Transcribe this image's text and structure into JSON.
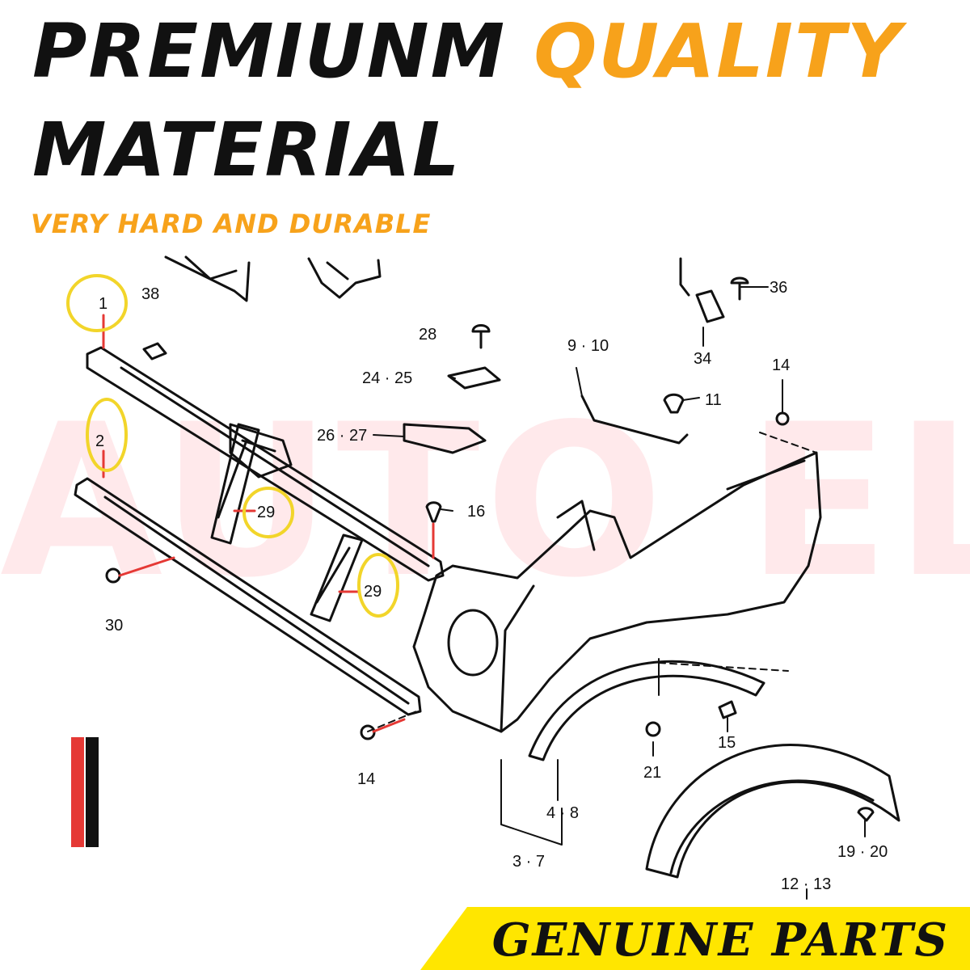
{
  "headline": {
    "line1_black": "PREMIUNM",
    "line1_orange": "QUALITY",
    "line2": "MATERIAL",
    "subtitle": "VERY HARD AND DURABLE"
  },
  "watermark": "AUTO ELITE",
  "banner": {
    "text": "GENUINE PARTS"
  },
  "callouts": {
    "c1": "1",
    "c2": "2",
    "c29a": "29",
    "c29b": "29",
    "c30": "30",
    "c38": "38",
    "c28": "28",
    "c2425": "24 · 25",
    "c2627": "26 · 27",
    "c16": "16",
    "c910": "9 · 10",
    "c11": "11",
    "c36": "36",
    "c34": "34",
    "c14a": "14",
    "c14b": "14",
    "c21": "21",
    "c15": "15",
    "c48": "4 · 8",
    "c37": "3 · 7",
    "c1213": "12 · 13",
    "c1920": "19 · 20"
  },
  "colors": {
    "accent": "#f7a21b",
    "highlight": "#f2d52a",
    "banner": "#ffe600",
    "leader_red": "#e53935"
  }
}
